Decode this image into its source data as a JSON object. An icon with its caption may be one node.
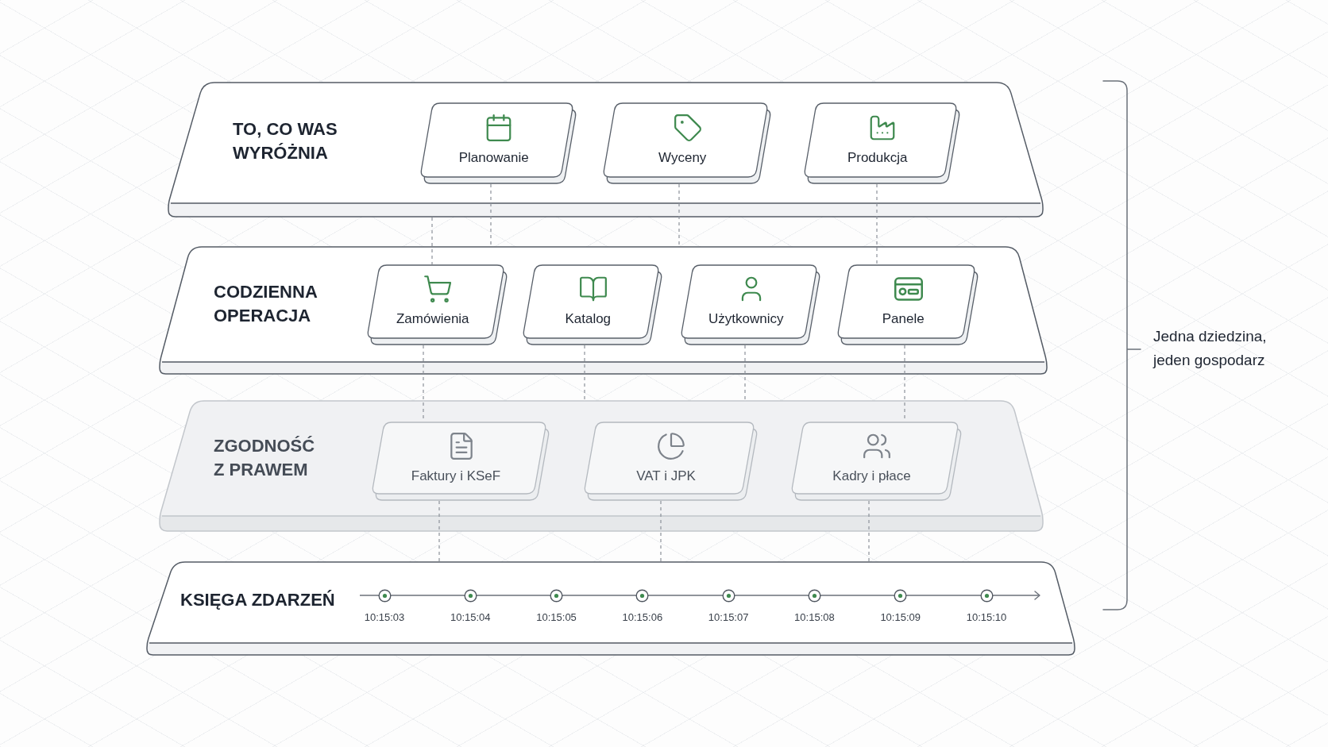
{
  "diagram": {
    "nodes": [
      {
        "text": [
          "TO, CO WAS WYRÓŻNIA"
        ]
      },
      {
        "text": [
          "Planowanie"
        ],
        "in": 0
      },
      {
        "text": [
          "Wyceny"
        ],
        "in": 0
      },
      {
        "text": [
          "Produkcja"
        ],
        "in": 0
      },
      {
        "text": [
          "CODZIENNA OPERACJA"
        ]
      },
      {
        "text": [
          "Zamówienia"
        ],
        "in": 4
      },
      {
        "text": [
          "Katalog"
        ],
        "in": 4
      },
      {
        "text": [
          "Użytkownicy"
        ],
        "in": 4
      },
      {
        "text": [
          "Panele"
        ],
        "in": 4
      },
      {
        "text": [
          "ZGODNOŚĆ Z PRAWEM"
        ]
      },
      {
        "text": [
          "Faktury i KSeF"
        ],
        "in": 9
      },
      {
        "text": [
          "VAT i JPK"
        ],
        "in": 9
      },
      {
        "text": [
          "Kadry i płace"
        ],
        "in": 9
      },
      {
        "text": [
          "KSIĘGA ZDARZEŃ",
          "10:15:03",
          "10:15:04",
          "10:15:05",
          "10:15:06",
          "10:15:07",
          "10:15:08",
          "10:15:09",
          "10:15:10"
        ]
      }
    ],
    "edges": [
      {
        "from": 1,
        "to": 4,
        "arrow": "none",
        "style": "dashed"
      },
      {
        "from": 0,
        "to": 5,
        "arrow": "none",
        "style": "dashed"
      },
      {
        "from": 2,
        "to": 4,
        "arrow": "none",
        "style": "dashed"
      },
      {
        "from": 3,
        "to": 8,
        "arrow": "none",
        "style": "dashed"
      },
      {
        "from": 5,
        "to": 10,
        "arrow": "none",
        "style": "dashed"
      },
      {
        "from": 6,
        "to": 9,
        "arrow": "none",
        "style": "dashed"
      },
      {
        "from": 7,
        "to": 9,
        "arrow": "none",
        "style": "dashed"
      },
      {
        "from": 8,
        "to": 12,
        "arrow": "none",
        "style": "dashed"
      },
      {
        "from": 10,
        "to": 13,
        "arrow": "none",
        "style": "dashed"
      },
      {
        "from": 11,
        "to": 13,
        "arrow": "none",
        "style": "dashed"
      },
      {
        "from": 12,
        "to": 13,
        "arrow": "none",
        "style": "dashed"
      }
    ],
    "labels": [
      "Jedna dziedzina, jeden gospodarz"
    ]
  }
}
